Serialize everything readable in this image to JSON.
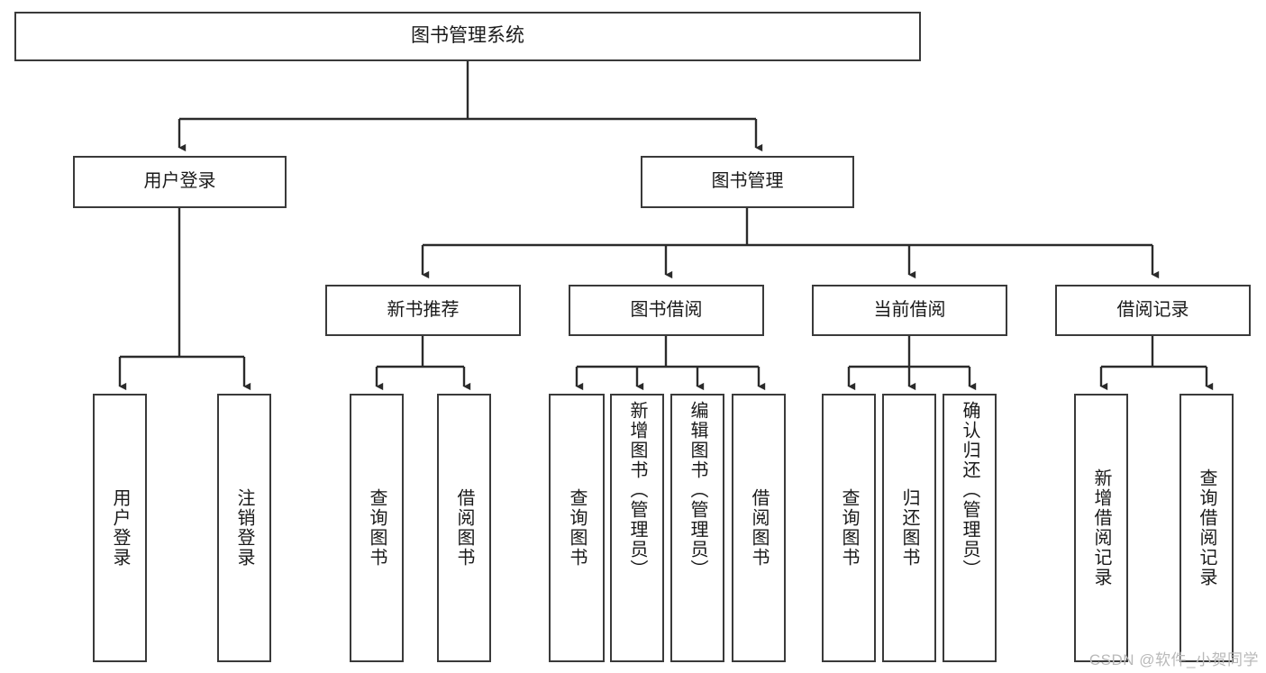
{
  "diagram": {
    "title": "图书管理系统",
    "watermark": "CSDN @软件_小贺同学",
    "type": "tree",
    "colors": {
      "background": "#ffffff",
      "box_border": "#3a3a3a",
      "connector": "#2b2b2b",
      "text": "#1a1a1a",
      "watermark": "#b9b9b9"
    },
    "nodes": {
      "root": {
        "label": "图书管理系统"
      },
      "level2": [
        {
          "label": "用户登录"
        },
        {
          "label": "图书管理"
        }
      ],
      "level3": [
        {
          "label": "新书推荐"
        },
        {
          "label": "图书借阅"
        },
        {
          "label": "当前借阅"
        },
        {
          "label": "借阅记录"
        }
      ],
      "leaves": {
        "user_login": [
          {
            "label": "用户登录"
          },
          {
            "label": "注销登录"
          }
        ],
        "new_book_recommend": [
          {
            "label": "查询图书"
          },
          {
            "label": "借阅图书"
          }
        ],
        "book_borrow": [
          {
            "label": "查询图书"
          },
          {
            "label": "新增图书（管理员）"
          },
          {
            "label": "编辑图书（管理员）"
          },
          {
            "label": "借阅图书"
          }
        ],
        "current_borrow": [
          {
            "label": "查询图书"
          },
          {
            "label": "归还图书"
          },
          {
            "label": "确认归还（管理员）"
          }
        ],
        "borrow_record": [
          {
            "label": "新增借阅记录"
          },
          {
            "label": "查询借阅记录"
          }
        ]
      }
    }
  }
}
